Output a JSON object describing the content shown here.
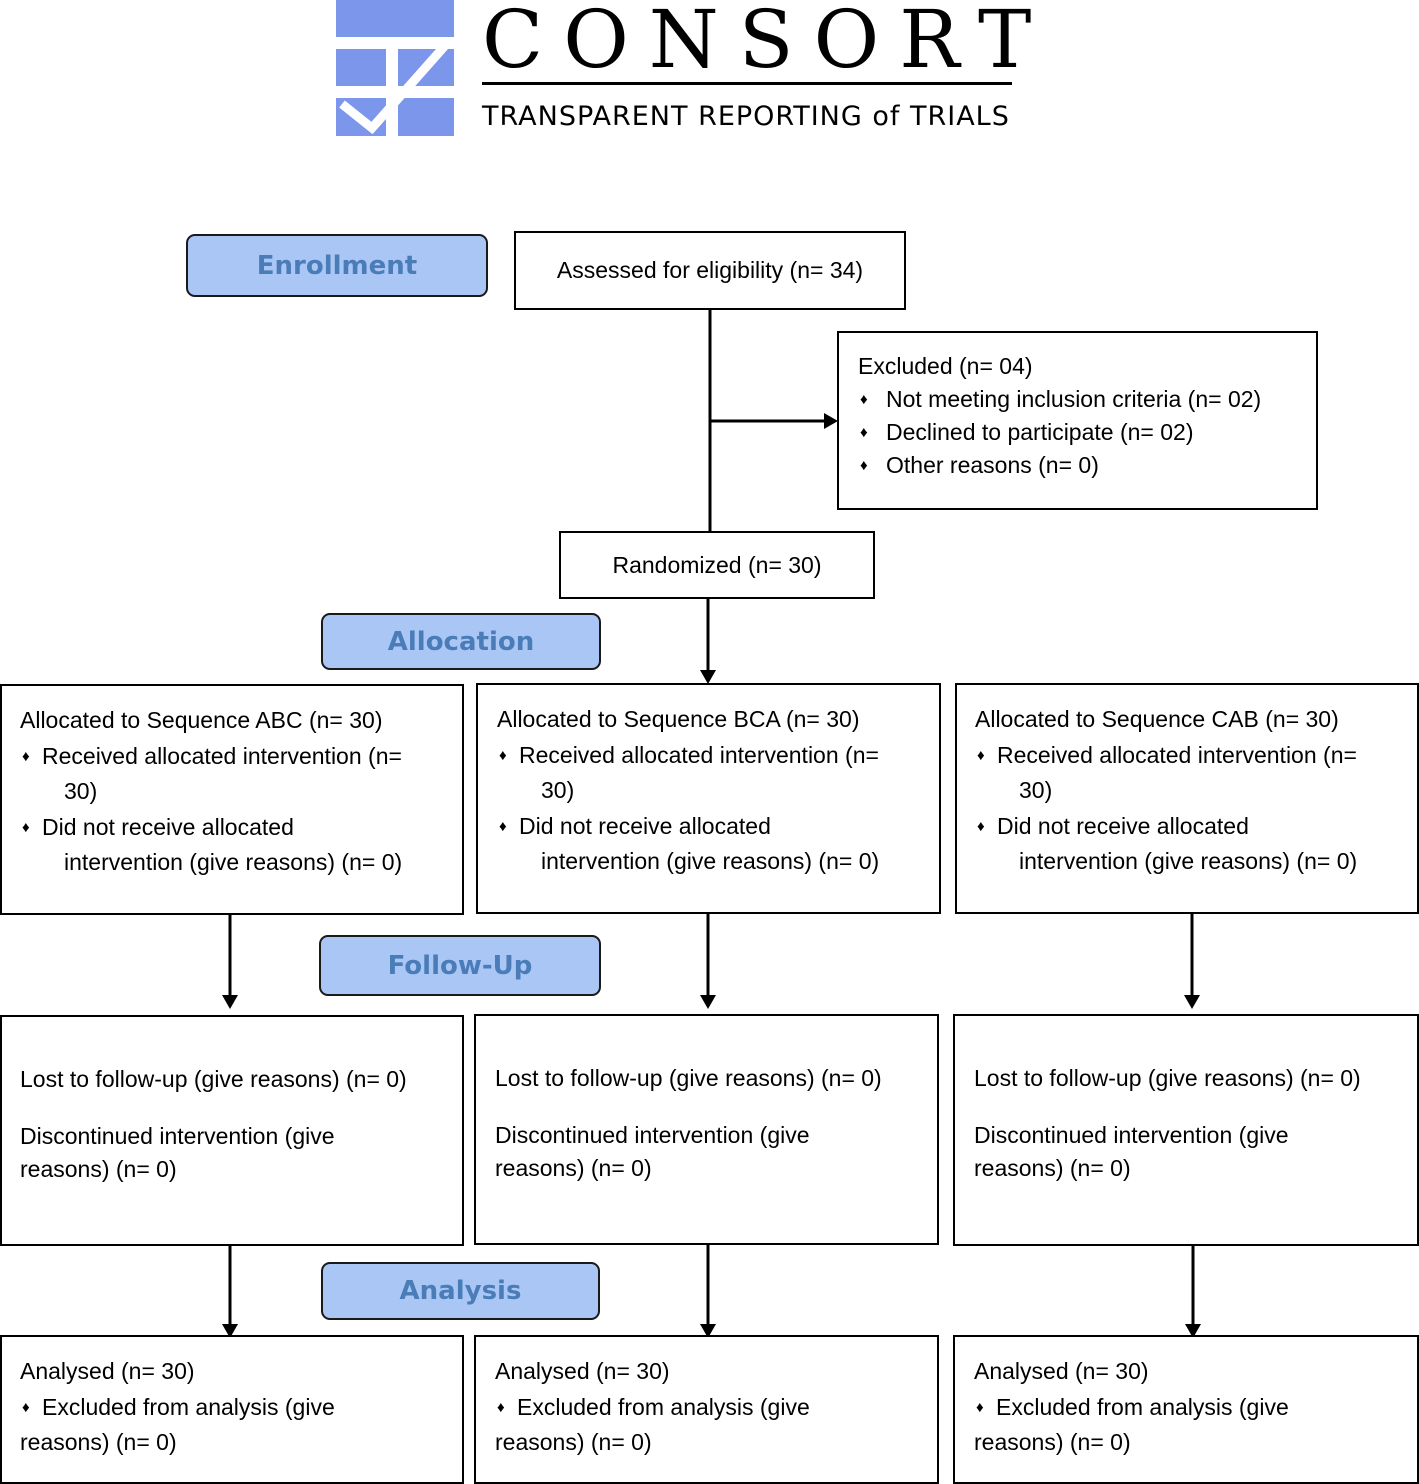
{
  "header": {
    "logo_word": "CONSORT",
    "logo_subtitle": "TRANSPARENT REPORTING of TRIALS",
    "logo_color": "#7b96ea"
  },
  "phases": {
    "enrollment": "Enrollment",
    "allocation": "Allocation",
    "followup": "Follow-Up",
    "analysis": "Analysis"
  },
  "enrollment": {
    "assessed": "Assessed for eligibility (n= 34)",
    "excluded_title": "Excluded (n=  04)",
    "excluded_reasons": [
      "Not meeting inclusion criteria (n= 02)",
      "Declined to participate (n= 02)",
      "Other reasons (n= 0)"
    ],
    "randomized": "Randomized (n= 30)"
  },
  "bullet_glyph": "♦",
  "arms": [
    {
      "allocation": {
        "title": "Allocated to Sequence ABC (n= 30)",
        "received_1": "Received allocated intervention (n=",
        "received_2": "30)",
        "not_received_1": "Did not receive allocated",
        "not_received_2": "intervention (give reasons) (n=  0)"
      },
      "followup": {
        "lost": "Lost to follow-up (give reasons) (n= 0)",
        "discontinued_1": "Discontinued intervention (give",
        "discontinued_2": "reasons) (n= 0)"
      },
      "analysis": {
        "analysed": "Analysed  (n= 30)",
        "excluded_1": "Excluded from analysis (give",
        "excluded_2": "reasons) (n= 0)"
      }
    },
    {
      "allocation": {
        "title": "Allocated to Sequence BCA (n= 30)",
        "received_1": "Received allocated intervention (n=",
        "received_2": "30)",
        "not_received_1": "Did not receive allocated",
        "not_received_2": "intervention (give reasons) (n=  0)"
      },
      "followup": {
        "lost": "Lost to follow-up (give reasons) (n= 0)",
        "discontinued_1": "Discontinued intervention (give",
        "discontinued_2": "reasons) (n= 0)"
      },
      "analysis": {
        "analysed": "Analysed  (n= 30)",
        "excluded_1": "Excluded from analysis (give",
        "excluded_2": "reasons) (n= 0)"
      }
    },
    {
      "allocation": {
        "title": "Allocated to Sequence CAB (n= 30)",
        "received_1": "Received allocated intervention (n=",
        "received_2": "30)",
        "not_received_1": "Did not receive allocated",
        "not_received_2": "intervention (give reasons) (n=  0)"
      },
      "followup": {
        "lost": "Lost to follow-up (give reasons) (n= 0)",
        "discontinued_1": "Discontinued intervention (give",
        "discontinued_2": "reasons) (n= 0)"
      },
      "analysis": {
        "analysed": "Analysed  (n= 30)",
        "excluded_1": "Excluded from analysis (give",
        "excluded_2": "reasons) (n= 0)"
      }
    }
  ]
}
